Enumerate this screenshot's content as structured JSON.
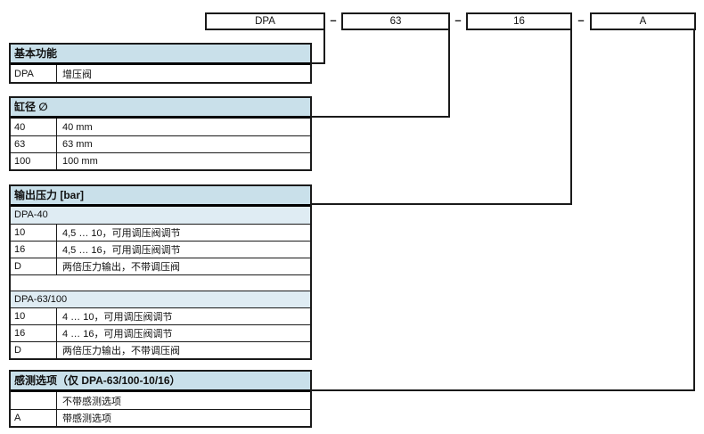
{
  "separator": "–",
  "colors": {
    "header_bg": "#c9e0ea",
    "subheader_bg": "#dfecf3",
    "border": "#1a1a1a"
  },
  "code_boxes": [
    {
      "label": "DPA"
    },
    {
      "label": "63"
    },
    {
      "label": "16"
    },
    {
      "label": "A"
    }
  ],
  "tables": {
    "basic_function": {
      "title": "基本功能",
      "rows": [
        {
          "code": "DPA",
          "desc": "增压阀"
        }
      ]
    },
    "piston_diameter": {
      "title": "缸径 ∅",
      "rows": [
        {
          "code": "40",
          "desc": "40 mm"
        },
        {
          "code": "63",
          "desc": "63 mm"
        },
        {
          "code": "100",
          "desc": "100 mm"
        }
      ]
    },
    "output_pressure": {
      "title": "输出压力 [bar]",
      "sections": [
        {
          "subtitle": "DPA-40",
          "rows": [
            {
              "code": "10",
              "desc": "4,5 … 10，可用调压阀调节"
            },
            {
              "code": "16",
              "desc": "4,5 … 16，可用调压阀调节"
            },
            {
              "code": "D",
              "desc": "两倍压力输出，不带调压阀"
            }
          ]
        },
        {
          "subtitle": "DPA-63/100",
          "rows": [
            {
              "code": "10",
              "desc": "4 … 10，可用调压阀调节"
            },
            {
              "code": "16",
              "desc": "4 … 16，可用调压阀调节"
            },
            {
              "code": "D",
              "desc": "两倍压力输出，不带调压阀"
            }
          ]
        }
      ]
    },
    "sensing_option": {
      "title": "感测选项（仅 DPA-63/100-10/16）",
      "rows": [
        {
          "code": "",
          "desc": "不带感测选项"
        },
        {
          "code": "A",
          "desc": "带感测选项"
        }
      ]
    }
  }
}
